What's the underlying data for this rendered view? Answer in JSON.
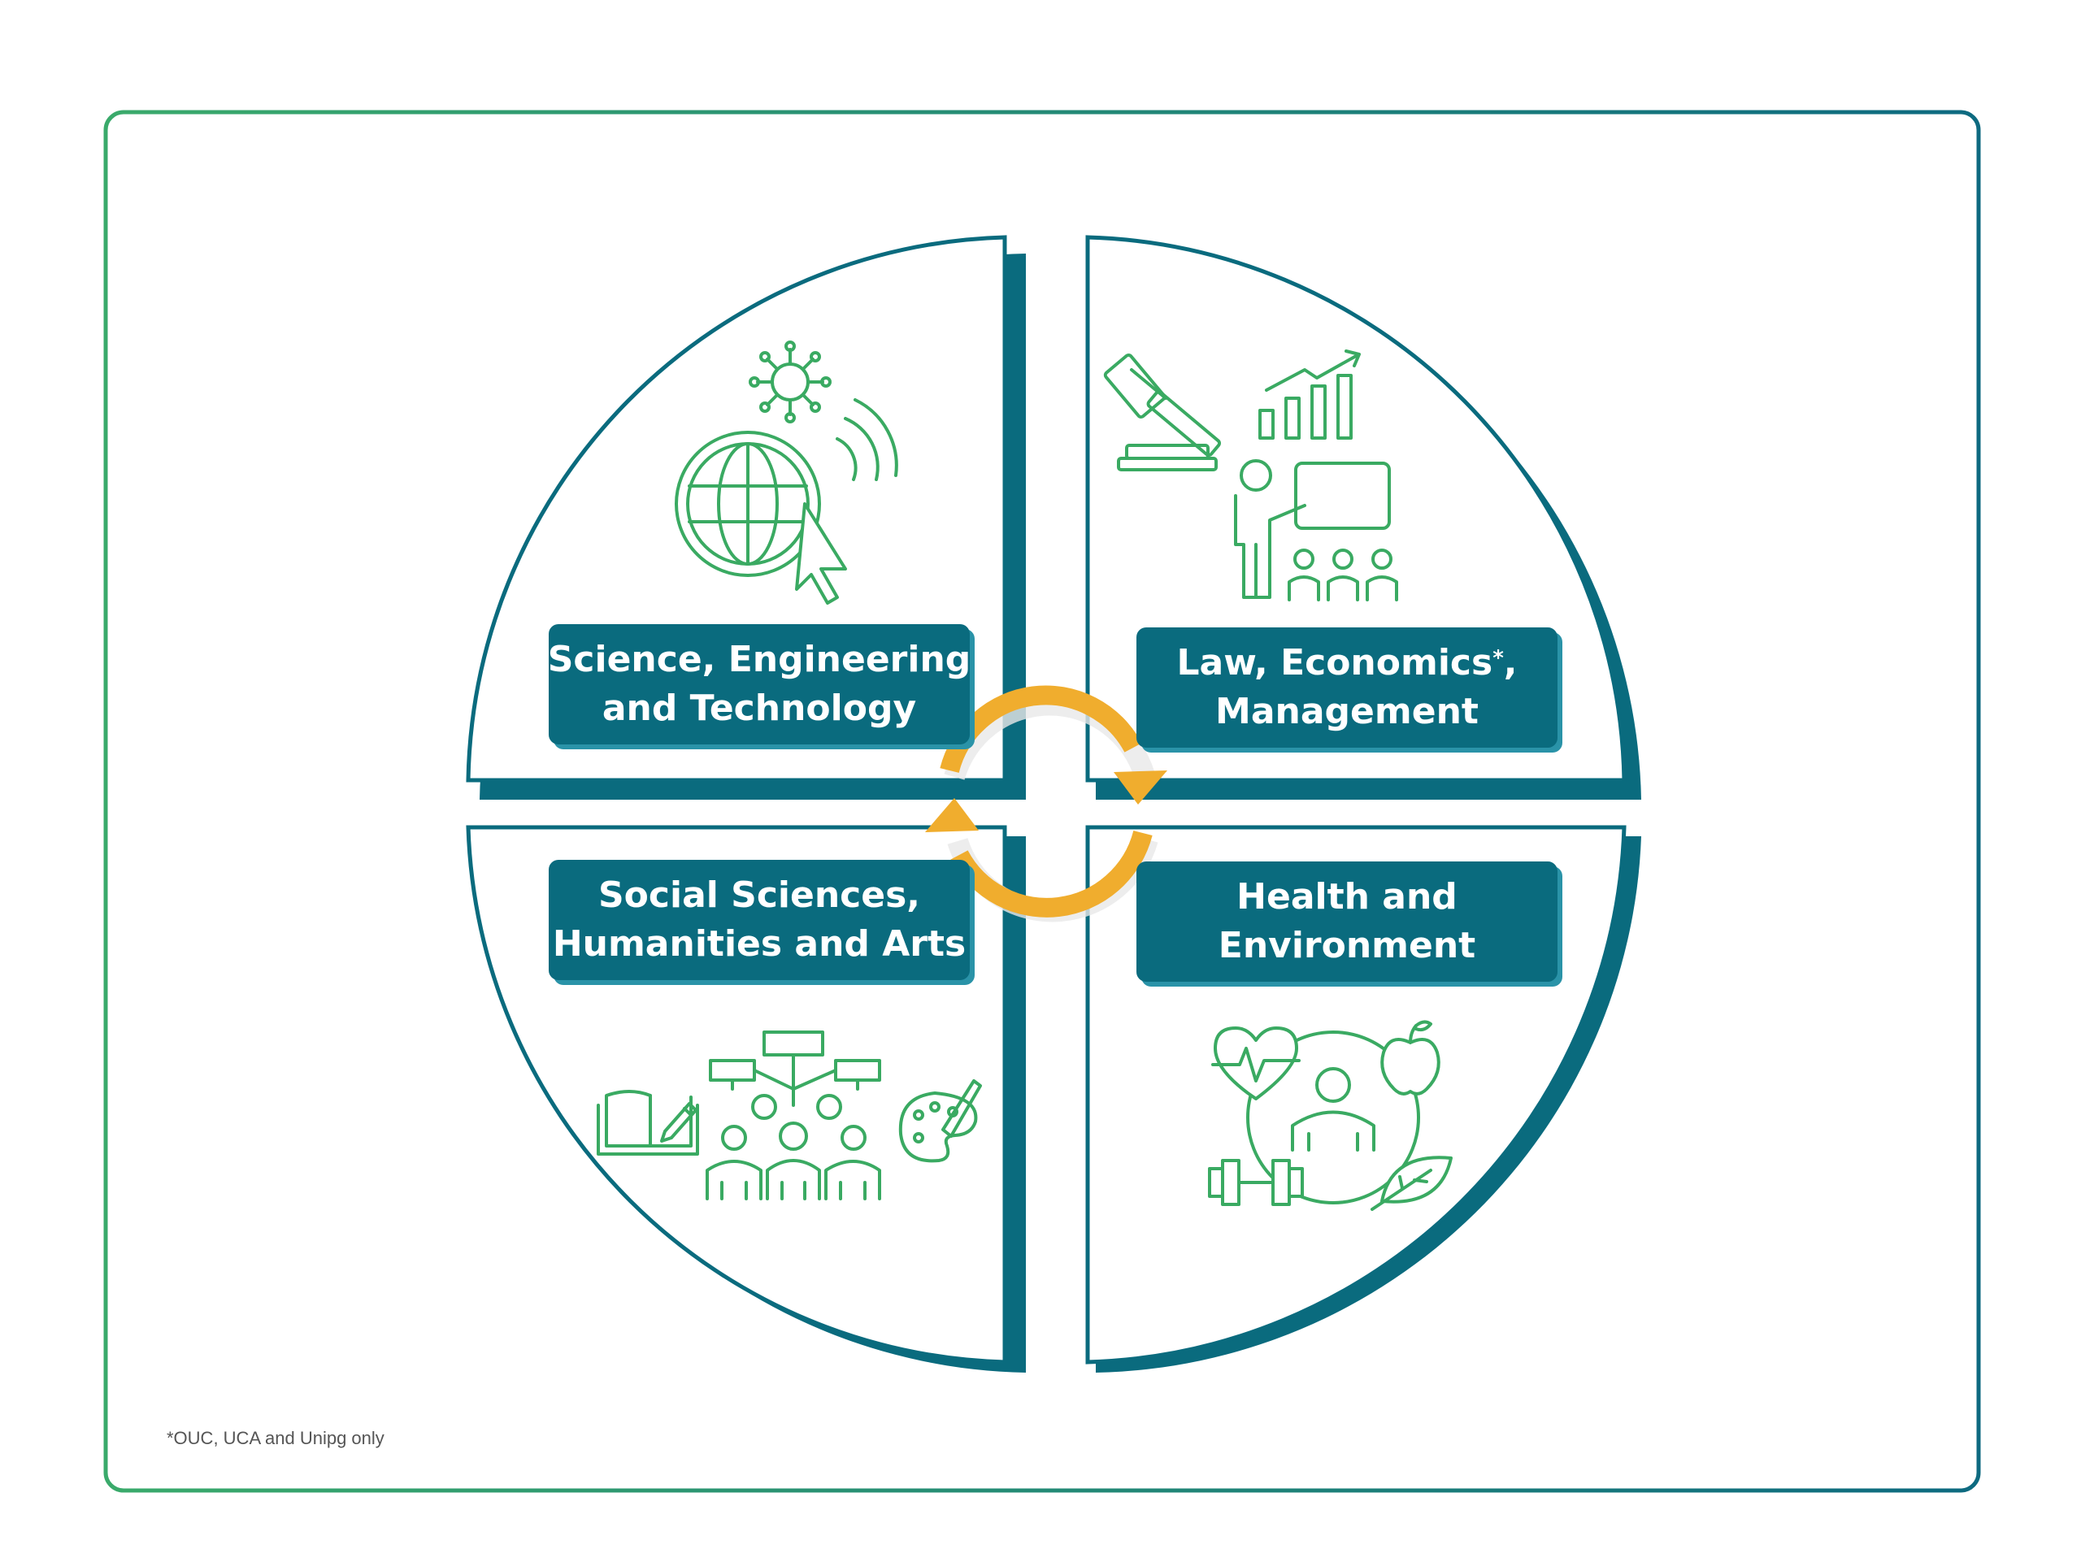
{
  "quadrants": {
    "science": {
      "line1": "Science, Engineering",
      "line2": "and Technology"
    },
    "law": {
      "line1_a": "Law, Economics",
      "line1_sup": "*",
      "line1_b": ",",
      "line2": "Management"
    },
    "social": {
      "line1": "Social Sciences,",
      "line2": "Humanities and Arts"
    },
    "health": {
      "line1": "Health and",
      "line2": "Environment"
    }
  },
  "footnote": "*OUC, UCA and Unipg only",
  "colors": {
    "teal": "#0a6b7e",
    "teal_light": "#2a93a8",
    "green": "#3aaa62",
    "orange": "#f0ad2e",
    "frame_green": "#3aaa6b",
    "frame_teal": "#0d6a80"
  },
  "icons": [
    "virus-icon",
    "globe-icon",
    "cursor-icon",
    "signal-icon",
    "gavel-icon",
    "bar-chart-icon",
    "teacher-icon",
    "audience-icon",
    "book-icon",
    "org-chart-icon",
    "palette-icon",
    "heartbeat-icon",
    "apple-icon",
    "person-icon",
    "dumbbell-icon",
    "leaf-icon",
    "cycle-arrows-icon"
  ]
}
